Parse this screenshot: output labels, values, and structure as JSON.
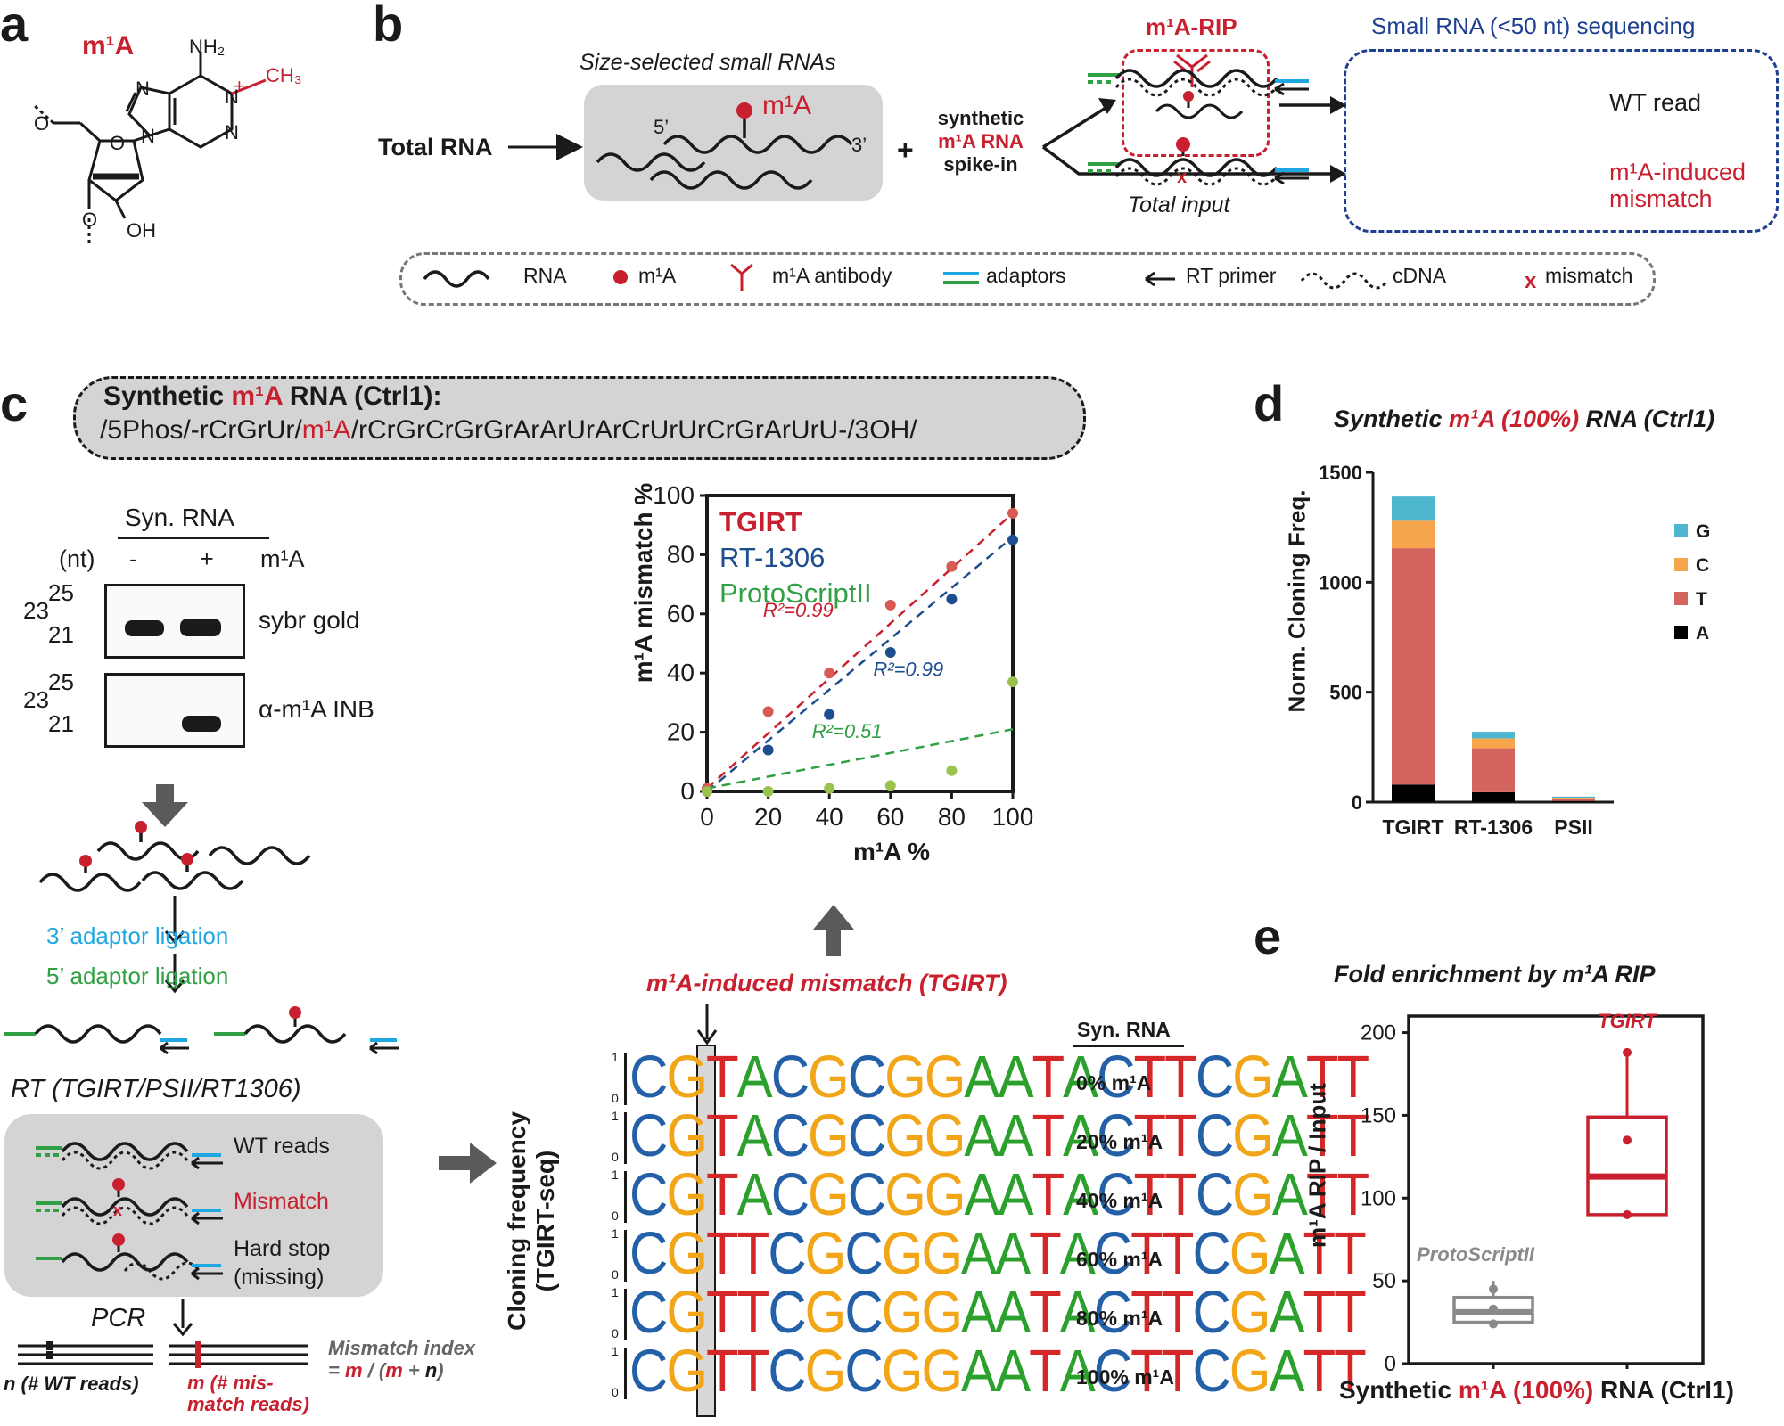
{
  "panel_labels": {
    "a": "a",
    "b": "b",
    "c": "c",
    "d": "d",
    "e": "e"
  },
  "panel_a": {
    "title": "m¹A",
    "nh2": "NH₂",
    "ch3": "CH₃",
    "n": "N",
    "plus": "+",
    "o": "O",
    "oh": "OH"
  },
  "panel_b": {
    "size_selected": "Size-selected small RNAs",
    "total_rna": "Total RNA",
    "five_prime": "5’",
    "three_prime": "3’",
    "m1a": "m¹A",
    "plus": "+",
    "spike_line1": "synthetic",
    "spike_line2": "m¹A RNA",
    "spike_line3": "spike-in",
    "rip": "m¹A-RIP",
    "total_input": "Total input",
    "seq_title": "Small RNA (<50 nt) sequencing",
    "wt_read": "WT read",
    "mismatch_line1": "m¹A-induced",
    "mismatch_line2": "mismatch",
    "legend": {
      "rna": "RNA",
      "m1a": "m¹A",
      "antibody": "m¹A antibody",
      "adaptors": "adaptors",
      "rt_primer": "RT primer",
      "cdna": "cDNA",
      "mismatch": "mismatch"
    }
  },
  "panel_c": {
    "seq_title_prefix": "Synthetic ",
    "seq_title_m1a": "m¹A",
    "seq_title_suffix": " RNA (Ctrl1):",
    "seq_part1": "/5Phos/-rCrGrUr/",
    "seq_m1a": "m¹A",
    "seq_part2": "/rCrGrCrGrGrArArUrArCrUrUrCrGrArUrU-/3OH/",
    "gel_header": "Syn. RNA",
    "nt": "(nt)",
    "minus": "-",
    "plus": "+",
    "m1a": "m¹A",
    "marker_25": "25",
    "marker_23": "23",
    "marker_21": "21",
    "sybr": "sybr gold",
    "inb": "α-m¹A INB",
    "adaptor3": "3’ adaptor ligation",
    "adaptor5": "5’ adaptor ligation",
    "rt": "RT (TGIRT/PSII/RT1306)",
    "wt_reads": "WT reads",
    "mismatch": "Mismatch",
    "hard_stop1": "Hard stop",
    "hard_stop2": "(missing)",
    "pcr": "PCR",
    "n_reads": "n (# WT reads)",
    "m_reads1": "m (# mis-",
    "m_reads2": "match reads)",
    "mi_title": "Mismatch index",
    "mi_formula_eq": "= ",
    "mi_m": "m",
    "mi_slash": " / (",
    "mi_m2": "m",
    "mi_plus": " + ",
    "mi_n": "n",
    "mi_close": ")",
    "logo_title": "m¹A-induced mismatch (TGIRT)",
    "logo_header": "Syn. RNA",
    "logo_ylabel1": "Cloning frequency",
    "logo_ylabel2": "(TGIRT-seq)",
    "logo_tick1": "1",
    "logo_tick0": "0",
    "logo_rows": [
      {
        "label": "0% m¹A",
        "pos5": "A"
      },
      {
        "label": "20% m¹A",
        "pos5": "A"
      },
      {
        "label": "40% m¹A",
        "pos5": "A"
      },
      {
        "label": "60% m¹A",
        "pos5": "T"
      },
      {
        "label": "80% m¹A",
        "pos5": "T"
      },
      {
        "label": "100% m¹A",
        "pos5": "T"
      }
    ],
    "logo_seq": [
      "C",
      "G",
      "T",
      "A",
      "C",
      "G",
      "C",
      "G",
      "G",
      "A",
      "A",
      "T",
      "A",
      "C",
      "T",
      "T",
      "C",
      "G",
      "A",
      "T",
      "T"
    ]
  },
  "chart_data": [
    {
      "type": "scatter",
      "xlabel": "m¹A %",
      "ylabel": "m¹A mismatch %",
      "xlim": [
        0,
        100
      ],
      "ylim": [
        0,
        100
      ],
      "xticks": [
        0,
        20,
        40,
        60,
        80,
        100
      ],
      "yticks": [
        0,
        20,
        40,
        60,
        80,
        100
      ],
      "legend_placement": "top-left",
      "series": [
        {
          "name": "TGIRT",
          "color": "#c8202f",
          "x": [
            0,
            20,
            40,
            60,
            80,
            100
          ],
          "y": [
            1,
            27,
            40,
            63,
            76,
            94
          ],
          "fit": [
            [
              0,
              1
            ],
            [
              100,
              94
            ]
          ],
          "r2": "R²=0.99"
        },
        {
          "name": "RT-1306",
          "color": "#1f4e8f",
          "x": [
            0,
            20,
            40,
            60,
            80,
            100
          ],
          "y": [
            0,
            14,
            26,
            47,
            65,
            85
          ],
          "fit": [
            [
              0,
              0
            ],
            [
              100,
              86
            ]
          ],
          "r2": "R²=0.99"
        },
        {
          "name": "ProtoScriptII",
          "color": "#2fa043",
          "x": [
            0,
            20,
            40,
            60,
            80,
            100
          ],
          "y": [
            0,
            0,
            1,
            2,
            7,
            37
          ],
          "fit": [
            [
              0,
              1
            ],
            [
              100,
              21
            ]
          ],
          "r2": "R²=0.51"
        }
      ]
    },
    {
      "type": "bar",
      "title_prefix": "Synthetic ",
      "title_red": "m¹A (100%)",
      "title_suffix": " RNA (Ctrl1)",
      "ylabel": "Norm. Cloning Freq.",
      "categories": [
        "TGIRT",
        "RT-1306",
        "PSII"
      ],
      "ylim": [
        0,
        1500
      ],
      "yticks": [
        0,
        500,
        1000,
        1500
      ],
      "stacked": true,
      "legend_placement": "right",
      "series": [
        {
          "name": "A",
          "color": "#000000",
          "values": [
            80,
            45,
            5
          ]
        },
        {
          "name": "T",
          "color": "#d4655e",
          "values": [
            1075,
            200,
            10
          ]
        },
        {
          "name": "C",
          "color": "#f6a54d",
          "values": [
            125,
            45,
            5
          ]
        },
        {
          "name": "G",
          "color": "#4fb6cf",
          "values": [
            110,
            30,
            5
          ]
        }
      ]
    },
    {
      "type": "box",
      "title": "Fold enrichment by m¹A RIP",
      "ylabel": "m¹A RIP / Input",
      "xlabel_prefix": "Synthetic ",
      "xlabel_red": "m¹A (100%)",
      "xlabel_suffix": " RNA (Ctrl1)",
      "ylim": [
        0,
        210
      ],
      "yticks": [
        0,
        50,
        100,
        150,
        200
      ],
      "boxes": [
        {
          "name": "ProtoScriptII",
          "color": "#8a8a8a",
          "min": 23,
          "q1": 25,
          "median": 31,
          "q3": 40,
          "max": 50,
          "points": [
            24,
            33,
            45
          ]
        },
        {
          "name": "TGIRT",
          "color": "#c8202f",
          "min": 90,
          "q1": 90,
          "median": 113,
          "q3": 149,
          "max": 188,
          "points": [
            90,
            135,
            188
          ]
        }
      ]
    }
  ]
}
